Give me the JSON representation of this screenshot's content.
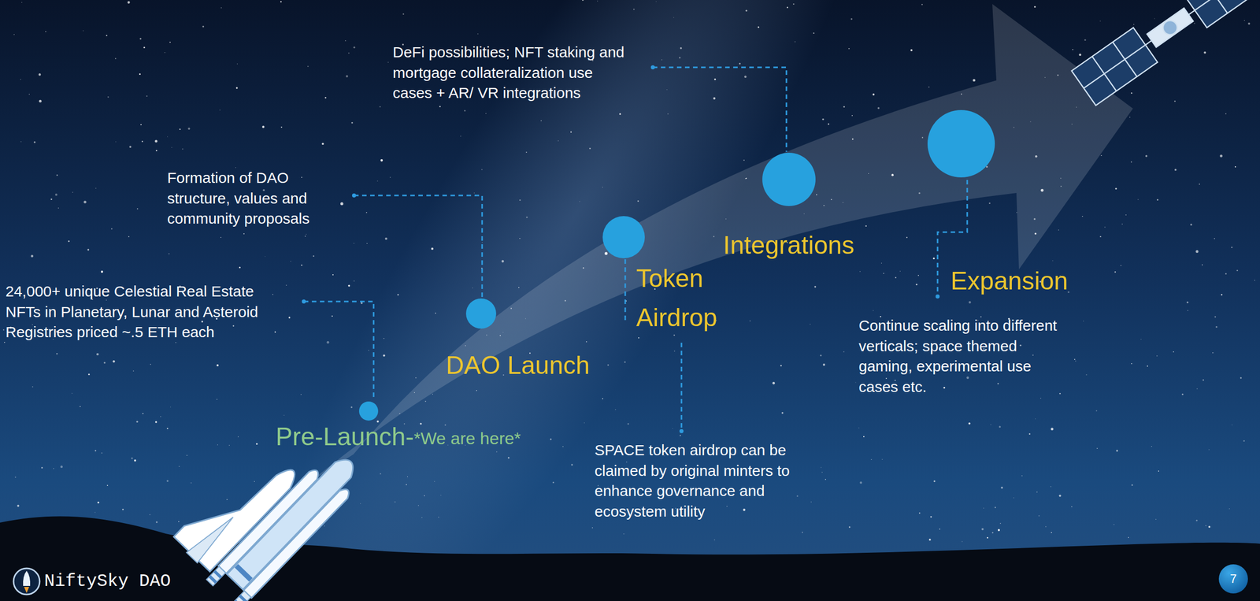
{
  "diagram": {
    "nodes": [
      {
        "text": [
          "Pre-Launch-",
          "*We are here*",
          "24,000+ unique Celestial Real Estate NFTs in Planetary, Lunar and Asteroid Registries priced ~.5 ETH each"
        ]
      },
      {
        "text": [
          "DAO Launch",
          "Formation of DAO structure, values and community proposals"
        ]
      },
      {
        "text": [
          "Token Airdrop",
          "SPACE token airdrop can be claimed by original minters to enhance governance and ecosystem utility"
        ]
      },
      {
        "text": [
          "Integrations",
          "DeFi possibilities; NFT staking and mortgage collateralization use cases + AR/ VR integrations"
        ]
      },
      {
        "text": [
          "Expansion",
          "Continue scaling into different verticals; space themed gaming, experimental use cases etc."
        ]
      }
    ],
    "labels": [
      "NiftySky DAO",
      "7"
    ]
  }
}
